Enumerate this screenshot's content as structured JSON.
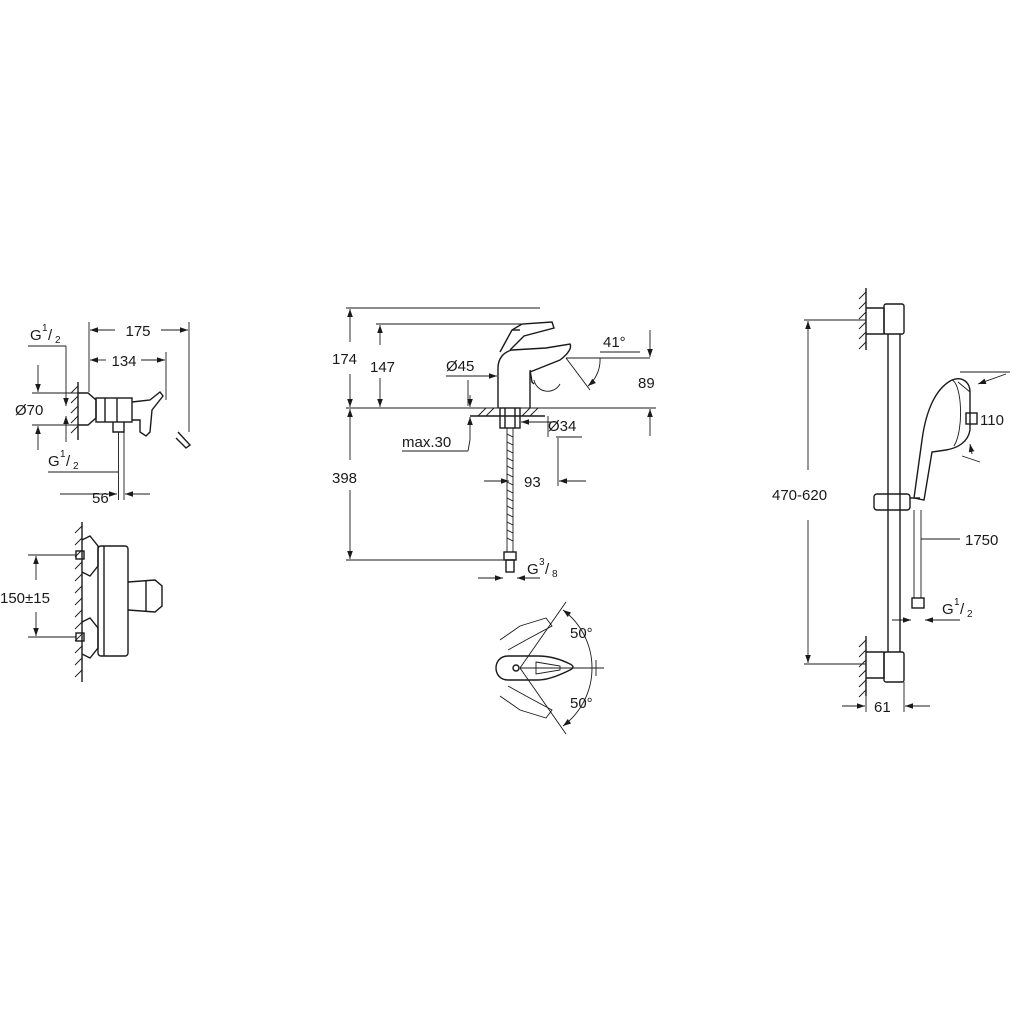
{
  "shower_mixer": {
    "dim_overall": "175",
    "dim_to_outlet": "134",
    "dim_rosette": "Ø70",
    "dim_outlet": "56",
    "thread_top": {
      "base": "G",
      "num": "1",
      "den": "2"
    },
    "thread_bottom": {
      "base": "G",
      "num": "1",
      "den": "2"
    },
    "dim_centres": "150±15"
  },
  "basin_mixer": {
    "dim_total_height": "174",
    "dim_body_height": "147",
    "dim_body_dia": "Ø45",
    "dim_angle": "41°",
    "dim_spout_height": "89",
    "dim_base_dia": "Ø34",
    "dim_max_thickness": "max.30",
    "dim_hose": "398",
    "dim_reach": "93",
    "thread_hose": {
      "base": "G",
      "num": "3",
      "den": "8"
    },
    "dim_rotation_top": "50°",
    "dim_rotation_bottom": "50°"
  },
  "shower_rail": {
    "dim_rail": "470-620",
    "dim_head": "110",
    "dim_hose": "1750",
    "thread_hose": {
      "base": "G",
      "num": "1",
      "den": "2"
    },
    "dim_depth": "61"
  }
}
